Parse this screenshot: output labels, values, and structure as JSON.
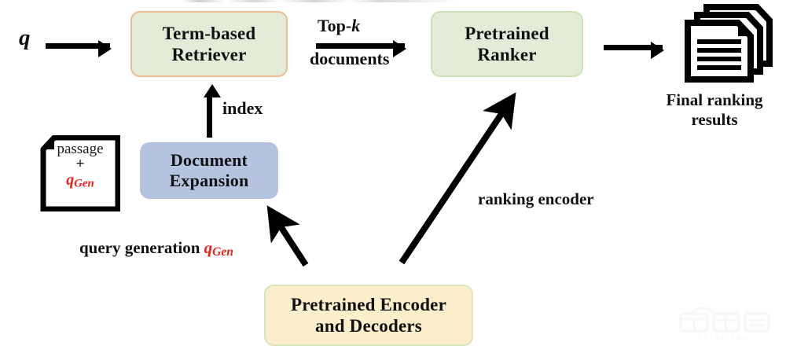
{
  "figure": {
    "title": "Term-based retrieval and pretrained ranking pipeline diagram",
    "background": "#ffffff"
  },
  "boxes": {
    "retriever": {
      "line1": "Term-based",
      "line2": "Retriever",
      "fill": "#e3ecd6",
      "border": "#edbb92"
    },
    "ranker": {
      "line1": "Pretrained",
      "line2": "Ranker",
      "fill": "#e3ecd6",
      "border": "#cfe0bb"
    },
    "document_expansion": {
      "line1": "Document",
      "line2": "Expansion",
      "fill": "#b4c3df",
      "border": "none"
    },
    "encoder_decoder": {
      "line1": "Pretrained Encoder",
      "line2": "and Decoders",
      "fill": "#faeecb",
      "border": "#d8e5bf"
    }
  },
  "labels": {
    "query": "q",
    "topk_line1_prefix": "Top-",
    "topk_line1_italic": "k",
    "topk_line2": "documents",
    "index": "index",
    "final_ranking": "Final ranking results",
    "ranking_encoder": "ranking encoder",
    "query_generation_prefix": "query generation ",
    "qgen_symbol": "q",
    "qgen_subscript": "Gen",
    "qgen_color": "#e8241c"
  },
  "icons": {
    "passage": {
      "name": "passage-page-icon",
      "text_line1": "passage",
      "text_line2": "+",
      "text_line3_symbol": "q",
      "text_line3_subscript": "Gen"
    },
    "documents": {
      "name": "documents-stack-icon",
      "sheet_count": 3,
      "line_count": 5
    }
  },
  "arrows": [
    {
      "name": "query-to-retriever",
      "from": "q",
      "to": "Term-based Retriever",
      "direction": "right"
    },
    {
      "name": "retriever-to-ranker",
      "from": "Term-based Retriever",
      "to": "Pretrained Ranker",
      "direction": "right",
      "label": "Top-k documents"
    },
    {
      "name": "ranker-to-results",
      "from": "Pretrained Ranker",
      "to": "Final ranking results",
      "direction": "right"
    },
    {
      "name": "expansion-to-retriever",
      "from": "Document Expansion",
      "to": "Term-based Retriever",
      "direction": "up",
      "label": "index"
    },
    {
      "name": "encoder-to-expansion",
      "from": "Pretrained Encoder and Decoders",
      "to": "Document Expansion",
      "direction": "up-left",
      "label": "query generation qGen"
    },
    {
      "name": "encoder-to-ranker",
      "from": "Pretrained Encoder and Decoders",
      "to": "Pretrained Ranker",
      "direction": "up-right",
      "label": "ranking encoder"
    }
  ],
  "watermark": {
    "logo_text": "智东西",
    "url_text": "zhidx.com"
  }
}
